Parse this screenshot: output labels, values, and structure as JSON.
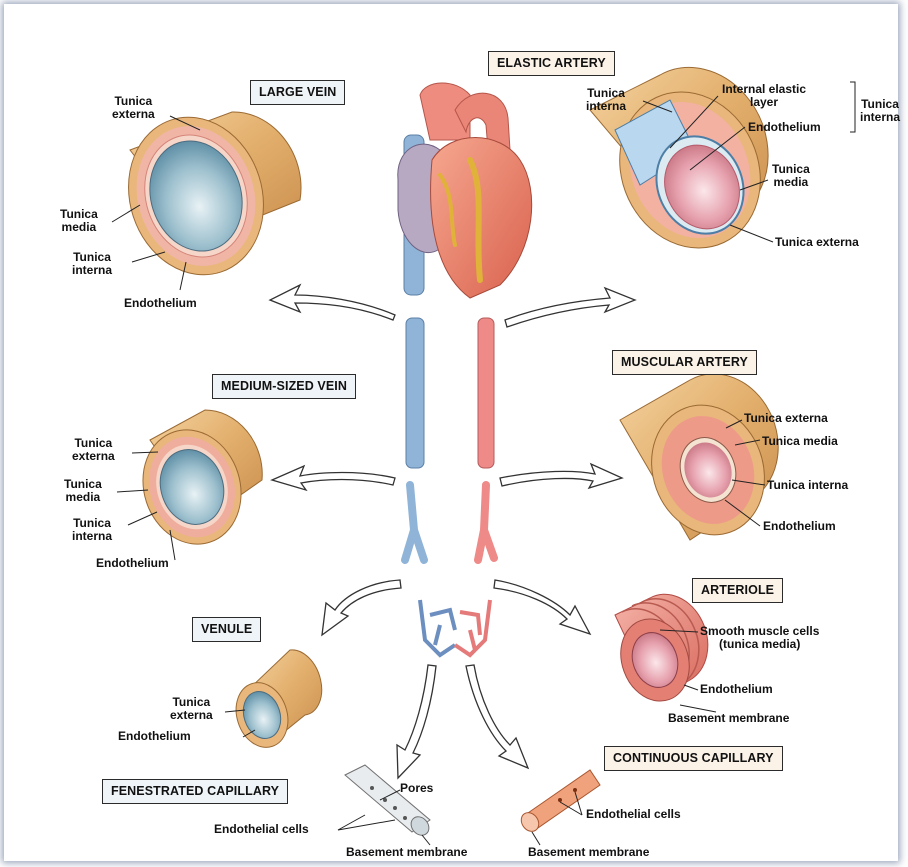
{
  "titles": {
    "elastic_artery": "ELASTIC ARTERY",
    "large_vein": "LARGE VEIN",
    "medium_vein": "MEDIUM-SIZED VEIN",
    "muscular_artery": "MUSCULAR ARTERY",
    "arteriole": "ARTERIOLE",
    "venule": "VENULE",
    "continuous_capillary": "CONTINUOUS CAPILLARY",
    "fenestrated_capillary": "FENESTRATED CAPILLARY"
  },
  "large_vein": {
    "tunica_externa": "Tunica\nexterna",
    "tunica_media": "Tunica\nmedia",
    "tunica_interna": "Tunica\ninterna",
    "endothelium": "Endothelium"
  },
  "elastic_artery": {
    "tunica_interna": "Tunica\ninterna",
    "internal_elastic_layer": "Internal elastic\nlayer",
    "endothelium": "Endothelium",
    "bracket_label": "Tunica\ninterna",
    "tunica_media": "Tunica\nmedia",
    "tunica_externa": "Tunica externa"
  },
  "medium_vein": {
    "tunica_externa": "Tunica\nexterna",
    "tunica_media": "Tunica\nmedia",
    "tunica_interna": "Tunica\ninterna",
    "endothelium": "Endothelium"
  },
  "muscular_artery": {
    "tunica_externa": "Tunica externa",
    "tunica_media": "Tunica media",
    "tunica_interna": "Tunica interna",
    "endothelium": "Endothelium"
  },
  "arteriole": {
    "smooth_muscle": "Smooth muscle cells\n(tunica media)",
    "endothelium": "Endothelium",
    "basement_membrane": "Basement membrane"
  },
  "venule": {
    "tunica_externa": "Tunica\nexterna",
    "endothelium": "Endothelium"
  },
  "continuous_capillary": {
    "endothelial_cells": "Endothelial cells",
    "basement_membrane": "Basement membrane"
  },
  "fenestrated_capillary": {
    "pores": "Pores",
    "endothelial_cells": "Endothelial cells",
    "basement_membrane": "Basement membrane"
  },
  "colors": {
    "vein_blue": "#8fb4d8",
    "artery_red": "#ee8a88",
    "externa_tan": "#e6b77a",
    "media_pink": "#eea090",
    "lumen_vein": "#a9c6d3",
    "lumen_artery": "#e597a4"
  }
}
